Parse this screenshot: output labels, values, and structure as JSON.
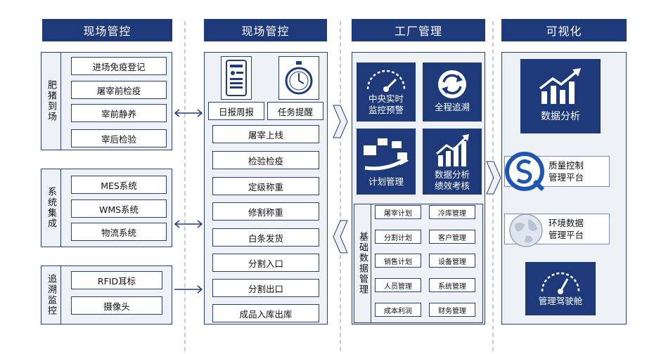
{
  "columns": {
    "col1_title": "现场管控",
    "col2_title": "现场管控",
    "col3_title": "工厂管理",
    "col4_title": "可视化"
  },
  "group_pig": {
    "title": "肥猪到场",
    "items": [
      "进场免疫登记",
      "屠宰前检疫",
      "宰前静养",
      "宰后检验"
    ]
  },
  "group_system": {
    "title": "系统集成",
    "items": [
      "MES系统",
      "WMS系统",
      "物流系统"
    ]
  },
  "group_trace": {
    "title": "追溯监控",
    "items": [
      "RFID耳标",
      "摄像头"
    ]
  },
  "field": {
    "daily_report": "日报周报",
    "task_reminder": "任务提醒",
    "steps": [
      "屠宰上线",
      "检验检疫",
      "定级称重",
      "修割称重",
      "白条发货",
      "分割入口",
      "分割出口",
      "成品入库出库"
    ]
  },
  "factory": {
    "tiles": [
      "中央实时监控预警",
      "全程追溯",
      "计划管理",
      "数据分析绩效考核"
    ],
    "tile_lines": [
      [
        "中央实时",
        "监控预警"
      ],
      [
        "全程追溯"
      ],
      [
        "计划管理"
      ],
      [
        "数据分析",
        "绩效考核"
      ]
    ],
    "base_title": "基础数据管理",
    "base_items": [
      "屠宰计划",
      "冷库管理",
      "分割计划",
      "客户管理",
      "销售计划",
      "设备管理",
      "人员管理",
      "系统管理",
      "成本利润",
      "财务管理"
    ]
  },
  "visual": {
    "data_analysis": "数据分析",
    "quality_line1": "质量控制",
    "quality_line2": "管理平台",
    "env_line1": "环境数据",
    "env_line2": "管理平台",
    "cockpit": "管理驾驶舱"
  },
  "colors": {
    "navy": "#1f3a7a",
    "panel_bg": "#eef1f6",
    "border": "#2a3f73"
  }
}
